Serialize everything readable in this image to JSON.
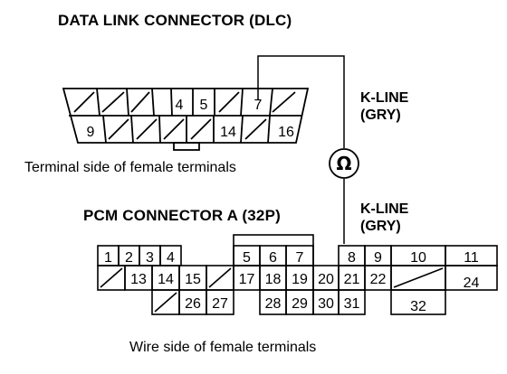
{
  "dlc": {
    "title": "DATA LINK CONNECTOR (DLC)",
    "caption": "Terminal side of female terminals",
    "top_row": [
      {
        "id": "1",
        "label": ""
      },
      {
        "id": "2",
        "label": ""
      },
      {
        "id": "3",
        "label": ""
      },
      {
        "id": "4",
        "label": "4"
      },
      {
        "id": "5",
        "label": "5"
      },
      {
        "id": "6",
        "label": ""
      },
      {
        "id": "7",
        "label": "7"
      },
      {
        "id": "8",
        "label": ""
      }
    ],
    "bottom_row": [
      {
        "id": "9",
        "label": "9"
      },
      {
        "id": "10",
        "label": ""
      },
      {
        "id": "11",
        "label": ""
      },
      {
        "id": "12",
        "label": ""
      },
      {
        "id": "13",
        "label": ""
      },
      {
        "id": "14",
        "label": "14"
      },
      {
        "id": "15",
        "label": ""
      },
      {
        "id": "16",
        "label": "16"
      }
    ]
  },
  "kline_dlc": {
    "line1": "K-LINE",
    "line2": "(GRY)"
  },
  "meter": {
    "symbol": "Ω"
  },
  "pcm": {
    "title": "PCM CONNECTOR A (32P)",
    "caption": "Wire side of female terminals",
    "row1": [
      "1",
      "2",
      "3",
      "4",
      "",
      "5",
      "6",
      "7",
      "8",
      "9",
      "10",
      "11"
    ],
    "row2": [
      "",
      "13",
      "14",
      "15",
      "",
      "17",
      "18",
      "19",
      "20",
      "21",
      "22",
      "",
      "24"
    ],
    "row3": [
      "",
      "26",
      "27",
      "28",
      "29",
      "30",
      "31",
      "32"
    ]
  },
  "kline_pcm": {
    "line1": "K-LINE",
    "line2": "(GRY)"
  }
}
